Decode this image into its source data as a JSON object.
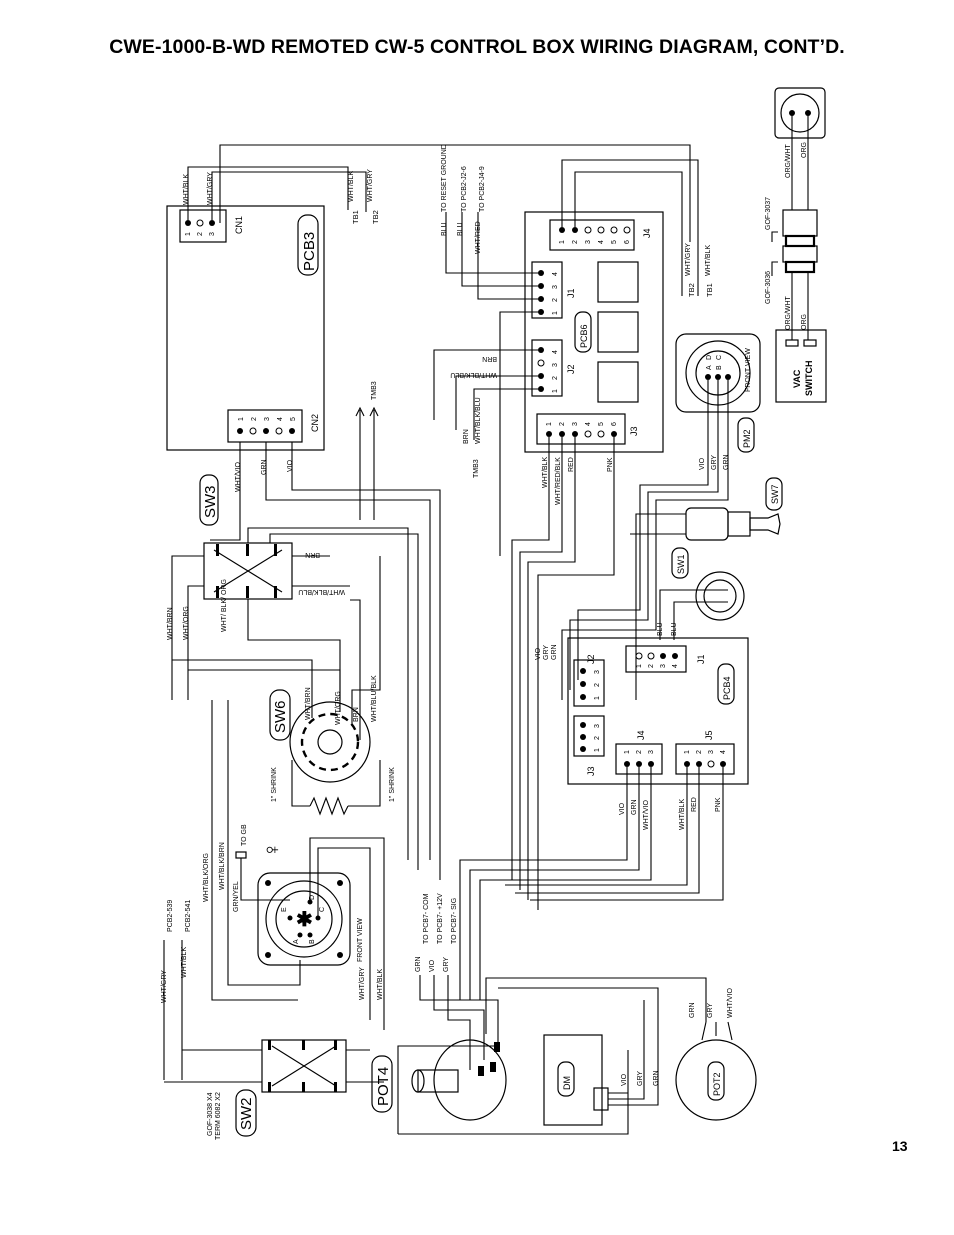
{
  "title": "CWE-1000-B-WD REMOTED CW-5 CONTROL BOX WIRING DIAGRAM, CONT’D.",
  "page_number": "13",
  "components": {
    "pcb3": "PCB3",
    "pcb6": "PCB6",
    "pcb4": "PCB4",
    "pm2": "PM2",
    "sw1": "SW1",
    "sw2": "SW2",
    "sw3": "SW3",
    "sw6": "SW6",
    "sw7": "SW7",
    "pot2": "POT2",
    "pot4": "POT4",
    "dm": "DM",
    "vac_switch_line1": "VAC",
    "vac_switch_line2": "SWITCH"
  },
  "connectors": {
    "cn1": "CN1",
    "cn2": "CN2",
    "j1": "J1",
    "j2": "J2",
    "j3": "J3",
    "j4": "J4",
    "j5": "J5"
  },
  "pins": [
    "1",
    "2",
    "3",
    "4",
    "5",
    "6"
  ],
  "pin_letters": [
    "A",
    "B",
    "C",
    "D",
    "E"
  ],
  "wires": {
    "wht_blk": "WHT/BLK",
    "wht_gry": "WHT/GRY",
    "wht_vio": "WHT/VIO",
    "wht_brn": "WHT/BRN",
    "wht_org": "WHT/ORG",
    "wht_red": "WHT/RED",
    "wht_blk_blu": "WHT/BLK/BLU",
    "wht_red_blk": "WHT/RED/BLK",
    "wht_blu_blk": "WHT/BLU/BLK",
    "wht_blk_org": "WHT/BLK/ORG",
    "wht_blk_brn": "WHT/BLK/BRN",
    "wht_blk_org_split": "WHT/ BLK/ ORG",
    "org_wht": "ORG/WHT",
    "grn_yel": "GRN/YEL",
    "blu": "BLU",
    "brn": "BRN",
    "grn": "GRN",
    "vio": "VIO",
    "gry": "GRY",
    "red": "RED",
    "pnk": "PNK",
    "org": "ORG"
  },
  "destinations": {
    "tb1": "TB1",
    "tb2": "TB2",
    "tmb3": "TMB3",
    "to_reset_ground": "TO RESET GROUND",
    "to_pcb2_j2_6": "TO PCB2-J2-6",
    "to_pcb2_j4_9": "TO PCB2-J4-9",
    "pcb2_539": "PCB2-539",
    "pcb2_541": "PCB2-541",
    "to_gb": "TO GB",
    "to_pcb7_com": "TO PCB7- COM",
    "to_pcb7_12v": "TO PCB7- +12V",
    "to_pcb7_sig": "TO PCB7- SIG",
    "gof_3037": "GOF-3037",
    "gof_3036": "GOF-3036",
    "gof_3038_x4": "GOF-3038 X4",
    "term_6082_x2": "TERM 6082 X2"
  },
  "notes": {
    "front_view": "FRONT VIEW",
    "shrink": "1\" SHRINK"
  }
}
